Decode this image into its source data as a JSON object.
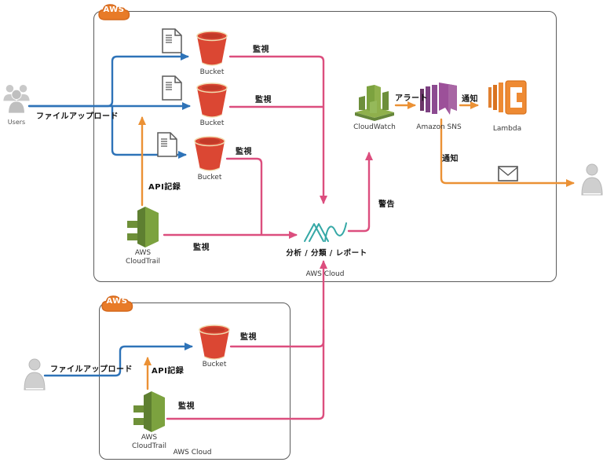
{
  "colors": {
    "flow_blue": "#2E73B8",
    "flow_pink": "#DC4E7E",
    "flow_orange": "#EB9135",
    "service_green": "#759C3E",
    "service_purple": "#9C5099",
    "bucket_red": "#DB4733",
    "lambda_orange": "#EE8A33",
    "analysis_teal": "#35A8A6",
    "aws_badge_orange": "#E87B28",
    "box_border_gray": "#5B5B5B",
    "people_gray": "#C9C9C9"
  },
  "icons": {
    "badge": "aws-cloud-badge",
    "users": "users-group",
    "person": "single-person",
    "document": "document-file",
    "bucket": "s3-bucket",
    "cloudtrail": "aws-cloudtrail",
    "cloudwatch": "amazon-cloudwatch",
    "sns": "amazon-sns",
    "lambda": "aws-lambda",
    "analysis": "analysis-waves",
    "mail": "envelope"
  },
  "top_cloud": {
    "badge_label": "AWS",
    "cloud_label": "AWS Cloud",
    "users_label": "Users",
    "edges": {
      "file_upload": "ファイルアップロード",
      "api_record": "API記録",
      "monitor_bucket1": "監視",
      "monitor_bucket2": "監視",
      "monitor_bucket3": "監視",
      "monitor_cloudtrail": "監視",
      "warning": "警告",
      "alert": "アラート",
      "notify_lambda": "通知",
      "notify_mail": "通知"
    },
    "nodes": {
      "bucket1": "Bucket",
      "bucket2": "Bucket",
      "bucket3": "Bucket",
      "cloudtrail_line1": "AWS",
      "cloudtrail_line2": "CloudTrail",
      "analysis": "分析 / 分類 / レポート",
      "cloudwatch": "CloudWatch",
      "sns": "Amazon SNS",
      "lambda": "Lambda"
    }
  },
  "bottom_cloud": {
    "badge_label": "AWS",
    "cloud_label": "AWS Cloud",
    "edges": {
      "file_upload": "ファイルアップロード",
      "api_record": "API記録",
      "monitor_bucket": "監視",
      "monitor_cloudtrail": "監視"
    },
    "nodes": {
      "bucket": "Bucket",
      "cloudtrail_line1": "AWS",
      "cloudtrail_line2": "CloudTrail"
    }
  }
}
